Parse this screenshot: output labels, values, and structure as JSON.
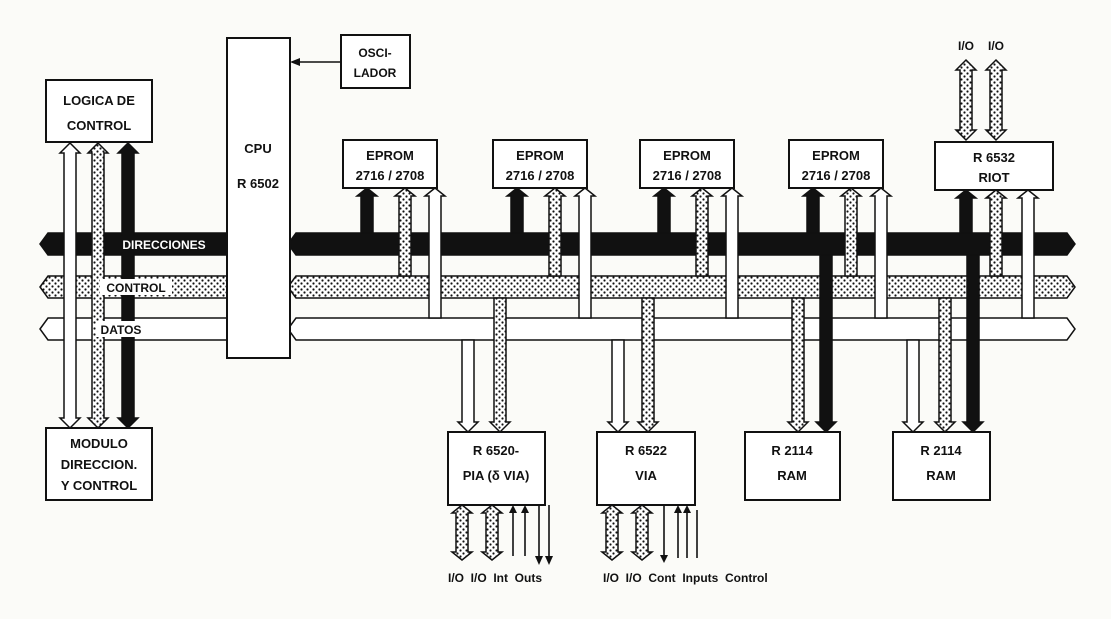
{
  "blocks": {
    "logica": [
      "LOGICA DE",
      "CONTROL"
    ],
    "modulo": [
      "MODULO",
      "DIRECCION.",
      "Y CONTROL"
    ],
    "cpu": [
      "CPU",
      "R 6502"
    ],
    "oscilador": [
      "OSCI-",
      "LADOR"
    ],
    "eproms": [
      [
        "EPROM",
        "2716 / 2708"
      ],
      [
        "EPROM",
        "2716 / 2708"
      ],
      [
        "EPROM",
        "2716 / 2708"
      ],
      [
        "EPROM",
        "2716 / 2708"
      ]
    ],
    "riot": [
      "R 6532",
      "RIOT"
    ],
    "pia": [
      "R 6520-",
      "PIA  (δ VIA)"
    ],
    "via": [
      "R 6522",
      "VIA"
    ],
    "ram1": [
      "R  2114",
      "RAM"
    ],
    "ram2": [
      "R  2114",
      "RAM"
    ]
  },
  "buses": {
    "address": "DIRECCIONES",
    "control": "CONTROL",
    "data": "DATOS"
  },
  "labels": {
    "riot_io": [
      "I/O",
      "I/O"
    ],
    "pia_io": "I/O  I/O  Int  Outs",
    "via_io": "I/O  I/O  Cont  Inputs  Control"
  }
}
